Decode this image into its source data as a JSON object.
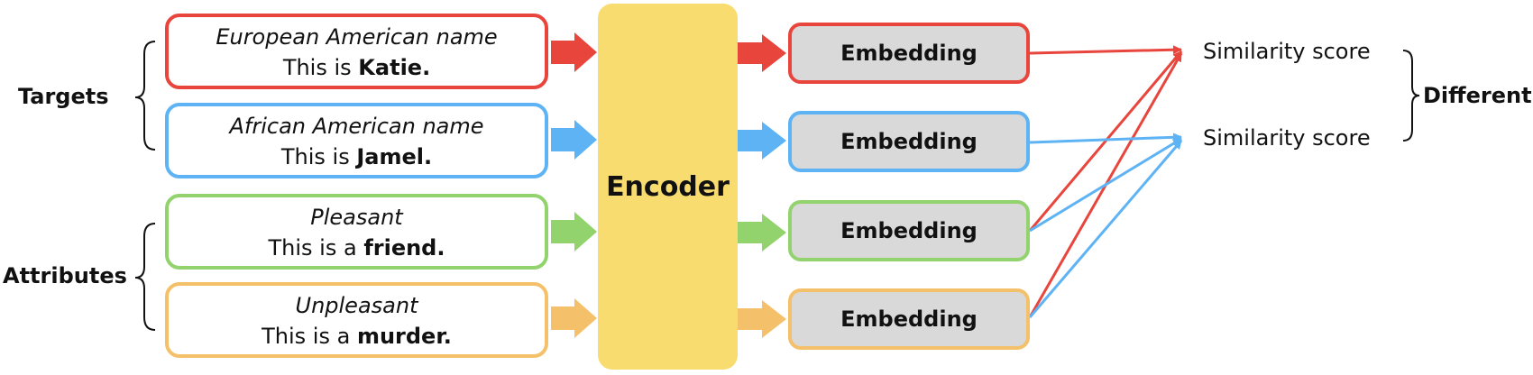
{
  "groups": {
    "targets": "Targets",
    "attributes": "Attributes"
  },
  "inputs": [
    {
      "category": "European American name",
      "sentence_prefix": "This is ",
      "sentence_bold": "Katie.",
      "color": "#e8453c"
    },
    {
      "category": "African American name",
      "sentence_prefix": "This is ",
      "sentence_bold": "Jamel.",
      "color": "#5eb3f5"
    },
    {
      "category": "Pleasant",
      "sentence_prefix": "This is a ",
      "sentence_bold": "friend.",
      "color": "#92d36e"
    },
    {
      "category": "Unpleasant",
      "sentence_prefix": "This is a ",
      "sentence_bold": "murder.",
      "color": "#f5c06a"
    }
  ],
  "encoder": {
    "label": "Encoder",
    "color": "#f9dc6f"
  },
  "embeddings": [
    {
      "label": "Embedding",
      "color": "#e8453c"
    },
    {
      "label": "Embedding",
      "color": "#5eb3f5"
    },
    {
      "label": "Embedding",
      "color": "#92d36e"
    },
    {
      "label": "Embedding",
      "color": "#f5c06a"
    }
  ],
  "scores": [
    {
      "label": "Similarity score",
      "color": "#e8453c"
    },
    {
      "label": "Similarity score",
      "color": "#5eb3f5"
    }
  ],
  "result": {
    "label": "Different"
  }
}
